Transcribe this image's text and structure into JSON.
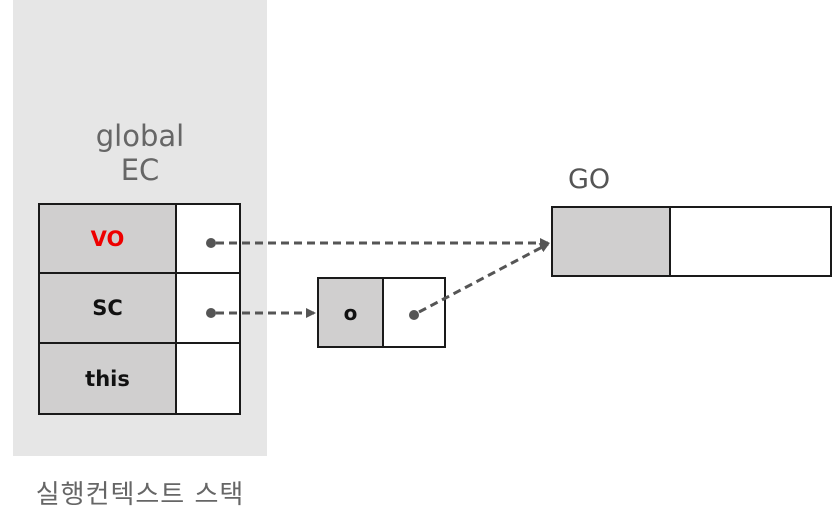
{
  "execution_context": {
    "label_line1": "global",
    "label_line2": "EC",
    "rows": [
      {
        "name": "VO",
        "highlight_color": "#ee0000"
      },
      {
        "name": "SC"
      },
      {
        "name": "this"
      }
    ],
    "caption": "실행컨텍스트 스택"
  },
  "scope_object": {
    "key": "o"
  },
  "global_object": {
    "label": "GO"
  },
  "colors": {
    "stack_background": "#e6e6e6",
    "cell_gray": "#d0cfcf",
    "arrow": "#555555",
    "highlight": "#ee0000"
  }
}
